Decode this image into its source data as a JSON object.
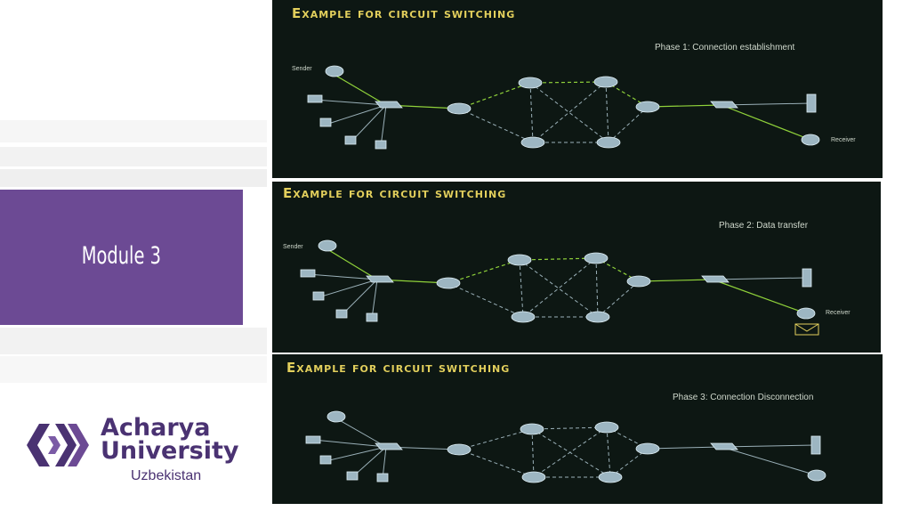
{
  "slide": {
    "module_label": "Module 3"
  },
  "logo": {
    "line1": "Acharya",
    "line2": "University",
    "line3": "Uzbekistan"
  },
  "panels": [
    {
      "title": "Example for circuit switching",
      "phase": "Phase 1: Connection establishment",
      "sender": "Sender",
      "receiver": "Receiver"
    },
    {
      "title": "Example for circuit switching",
      "phase": "Phase 2: Data transfer",
      "sender": "Sender",
      "receiver": "Receiver"
    },
    {
      "title": "Example for circuit switching",
      "phase": "Phase 3: Connection Disconnection"
    }
  ],
  "colors": {
    "accent_purple": "#6c4a94",
    "logo_purple": "#4a3272",
    "title_yellow": "#e2cf5c",
    "active_link_green": "#8fd13a",
    "idle_link": "#9ab0b8",
    "panel_bg": "#0d1713"
  }
}
